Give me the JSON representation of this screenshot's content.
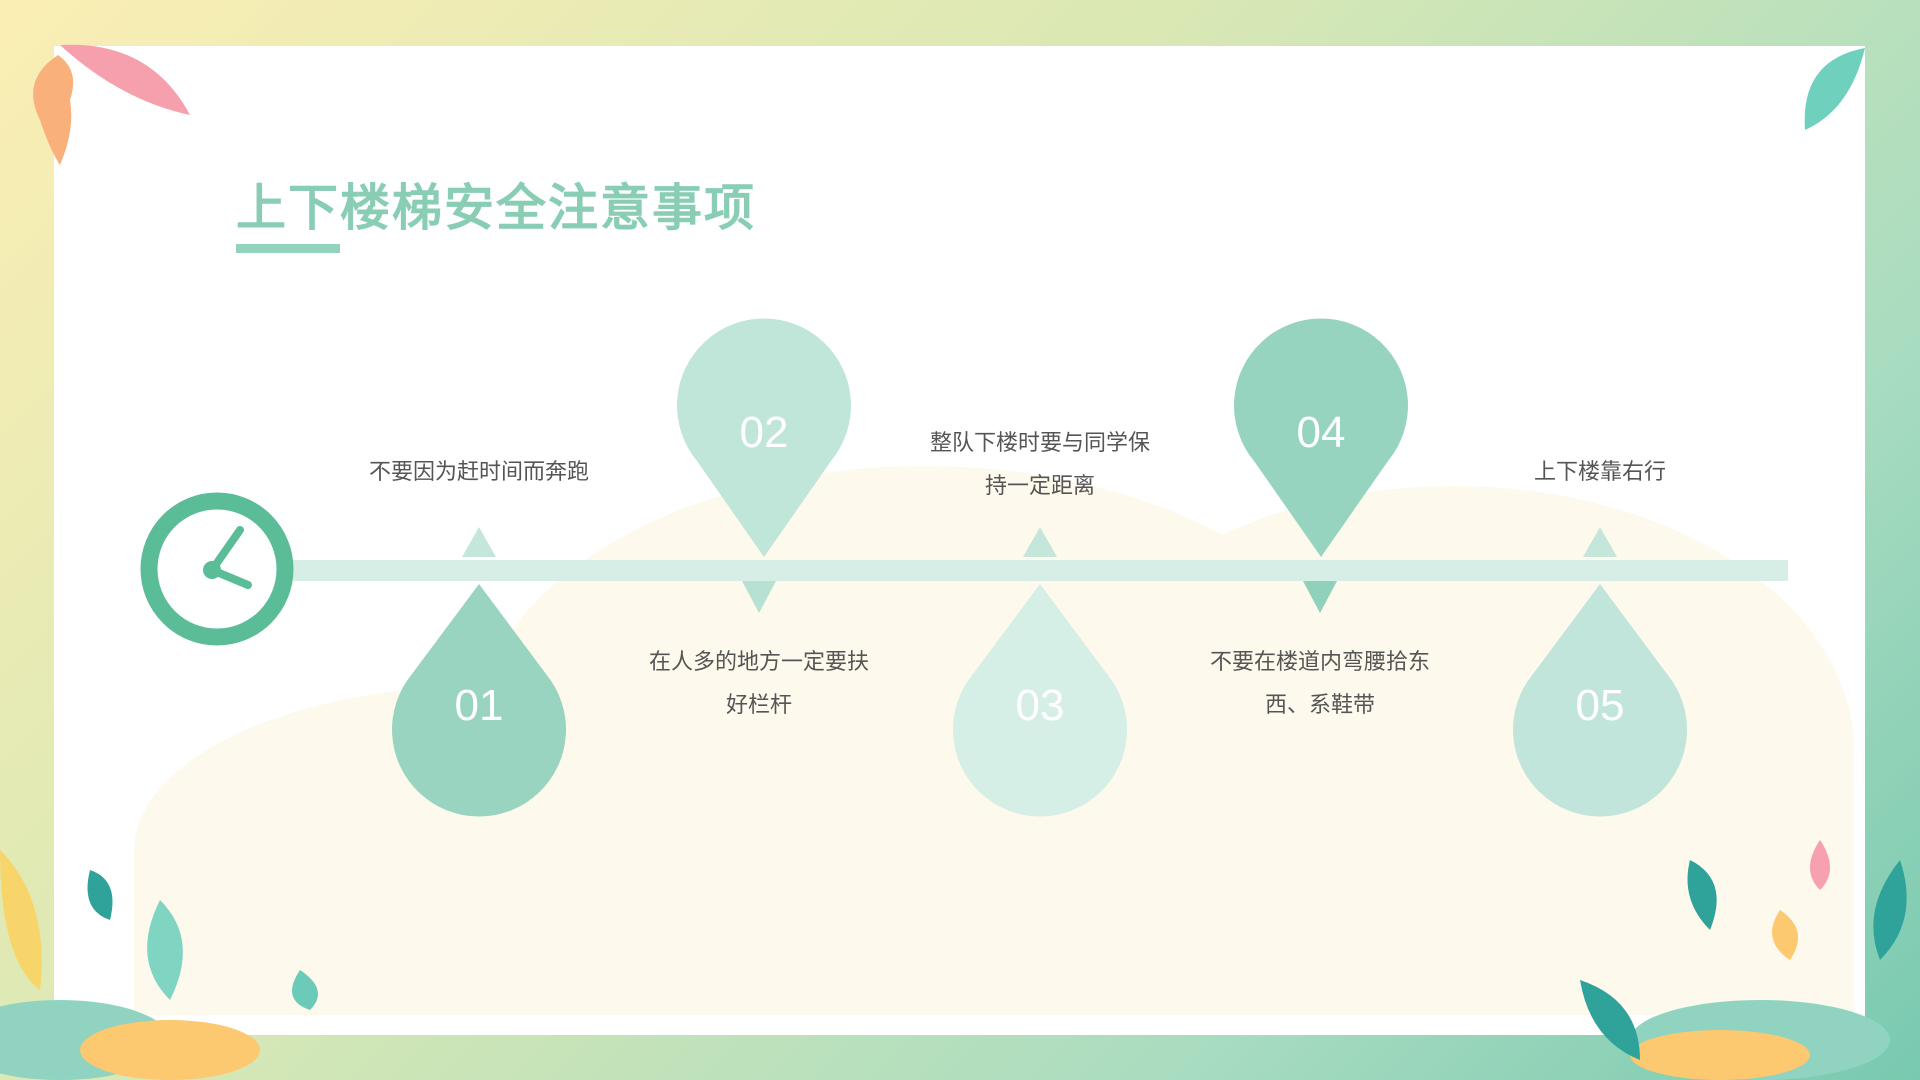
{
  "title": "上下楼梯安全注意事项",
  "items": [
    {
      "num": "01",
      "lines": [
        "不要因为赶时间而奔跑"
      ],
      "color": "#98d4c0"
    },
    {
      "num": "02",
      "lines": [
        "在人多的地方一定要扶",
        "好栏杆"
      ],
      "color": "#c0e5d9"
    },
    {
      "num": "03",
      "lines": [
        "整队下楼时要与同学保",
        "持一定距离"
      ],
      "color": "#d5eee6"
    },
    {
      "num": "04",
      "lines": [
        "不要在楼道内弯腰拾东",
        "西、系鞋带"
      ],
      "color": "#97d4bf"
    },
    {
      "num": "05",
      "lines": [
        "上下楼靠右行"
      ],
      "color": "#c1e5da"
    }
  ],
  "colors": {
    "accent": "#5bbd97",
    "title": "#88cdb4",
    "bar": "#d6eee5"
  }
}
